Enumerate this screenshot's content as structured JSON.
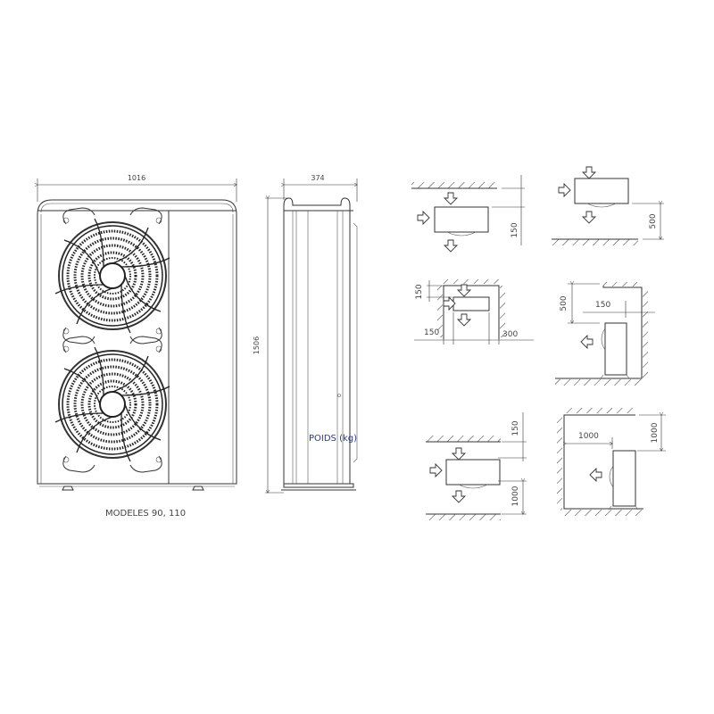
{
  "front_view": {
    "width_label": "1016",
    "model_caption": "MODELES 90, 110",
    "fans": [
      {
        "name": "upper-fan"
      },
      {
        "name": "lower-fan"
      }
    ]
  },
  "side_view": {
    "depth_label": "374",
    "height_label": "1506",
    "weight_label": "POIDS (kg)"
  },
  "clearances": [
    {
      "id": "wall-above",
      "labels": [
        "150"
      ]
    },
    {
      "id": "floor-below",
      "labels": [
        "500"
      ]
    },
    {
      "id": "recess",
      "labels": [
        "150",
        "150",
        "300"
      ]
    },
    {
      "id": "wall-behind-side",
      "labels": [
        "500",
        "150"
      ]
    },
    {
      "id": "between-walls",
      "labels": [
        "150",
        "1000"
      ]
    },
    {
      "id": "corner",
      "labels": [
        "1000",
        "1000"
      ]
    }
  ],
  "colors": {
    "line": "#333333",
    "text": "#444444",
    "accent_text": "#2a3d7a"
  }
}
